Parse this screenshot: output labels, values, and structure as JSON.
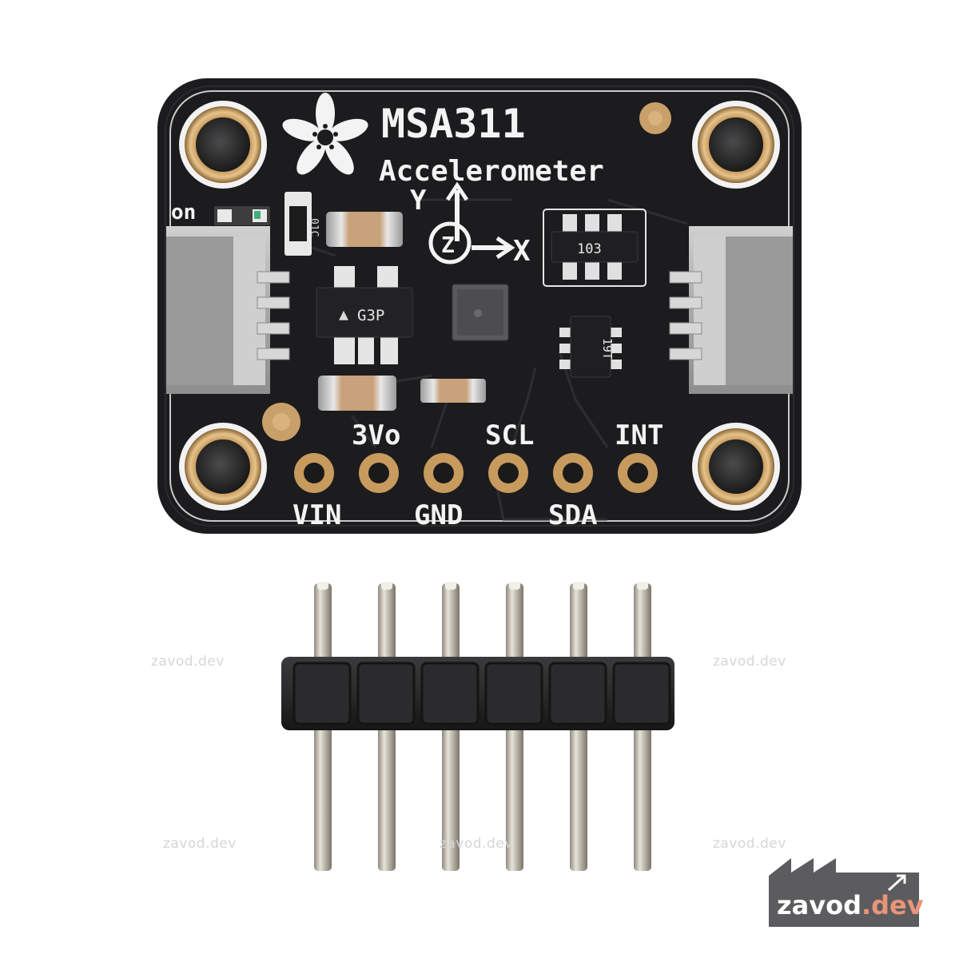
{
  "board": {
    "title": "MSA311",
    "subtitle": "Accelerometer",
    "on_label": "on",
    "axis_y": "Y",
    "axis_x": "X",
    "axis_z": "Z",
    "chip_g3p": "G3P",
    "chip_103": "103",
    "chip_19t": "19T",
    "chip_01c": "01C",
    "pins_top": [
      "3Vo",
      "SCL",
      "INT"
    ],
    "pins_bottom": [
      "VIN",
      "GND",
      "SDA"
    ]
  },
  "header": {
    "pin_count": 6
  },
  "watermark": {
    "text": "zavod.dev",
    "logo_main": "zavod",
    "logo_accent": ".dev"
  },
  "colors": {
    "pcb": "#1c1c1e",
    "silkscreen": "#f3f3f3",
    "gold": "#c8a36a",
    "logo_bg": "#5c5c5e",
    "logo_accent": "#e8957a"
  }
}
